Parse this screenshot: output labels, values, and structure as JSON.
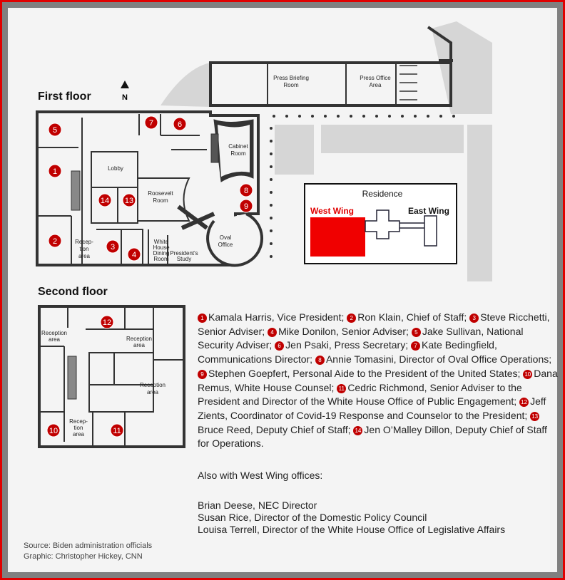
{
  "first_floor": {
    "title": "First floor",
    "north": "N",
    "rooms": {
      "lobby": "Lobby",
      "roosevelt_1": "Roosevelt",
      "roosevelt_2": "Room",
      "reception_1": "Recep-",
      "reception_2": "tion",
      "reception_3": "area",
      "dining_1": "White",
      "dining_2": "House",
      "dining_3": "Dining",
      "dining_4": "Room",
      "study_1": "President's",
      "study_2": "Study",
      "oval_1": "Oval",
      "oval_2": "Office",
      "cabinet_1": "Cabinet",
      "cabinet_2": "Room",
      "briefing_1": "Press Briefing",
      "briefing_2": "Room",
      "press_office_1": "Press Office",
      "press_office_2": "Area"
    }
  },
  "inset": {
    "residence": "Residence",
    "west_wing": "West Wing",
    "east_wing": "East Wing",
    "west_color": "#e00000"
  },
  "second_floor": {
    "title": "Second floor",
    "rooms": {
      "rec_a_1": "Reception",
      "rec_a_2": "area",
      "rec_b_1": "Reception",
      "rec_b_2": "area",
      "rec_c_1": "Reception",
      "rec_c_2": "area",
      "rec_d_1": "Recep-",
      "rec_d_2": "tion",
      "rec_d_3": "area"
    }
  },
  "markers": [
    "1",
    "2",
    "3",
    "4",
    "5",
    "6",
    "7",
    "8",
    "9",
    "10",
    "11",
    "12",
    "13",
    "14"
  ],
  "legend": [
    {
      "n": "1",
      "text": "Kamala Harris, Vice President;"
    },
    {
      "n": "2",
      "text": "Ron Klain, Chief of Staff;"
    },
    {
      "n": "3",
      "text": "Steve Ricchetti, Senior Adviser;"
    },
    {
      "n": "4",
      "text": "Mike Donilon, Senior Adviser;"
    },
    {
      "n": "5",
      "text": "Jake Sullivan, National Security Adviser;"
    },
    {
      "n": "6",
      "text": "Jen Psaki, Press Secretary;"
    },
    {
      "n": "7",
      "text": "Kate Bedingfield, Communications Director;"
    },
    {
      "n": "8",
      "text": "Annie Tomasini, Director of Oval Office Operations;"
    },
    {
      "n": "9",
      "text": "Stephen Goepfert, Personal Aide to the President of the United States;"
    },
    {
      "n": "10",
      "text": "Dana Remus, White House Counsel;"
    },
    {
      "n": "11",
      "text": "Cedric Richmond, Senior Adviser to the President and Director of the White House Office of Public Engagement;"
    },
    {
      "n": "12",
      "text": "Jeff Zients, Coordinator of Covid-19 Response and Counselor to the President;"
    },
    {
      "n": "13",
      "text": "Bruce Reed, Deputy Chief of Staff;"
    },
    {
      "n": "14",
      "text": "Jen O’Malley Dillon, Deputy Chief of Staff for Operations."
    }
  ],
  "also": {
    "heading": "Also with West Wing offices:",
    "items": [
      "Brian Deese, NEC Director",
      "Susan Rice, Director of the Domestic Policy Council",
      "Louisa Terrell, Director of the White House Office of Legislative Affairs"
    ]
  },
  "credits": {
    "source": "Source: Biden administration officials",
    "graphic": "Graphic: Christopher Hickey, CNN"
  }
}
